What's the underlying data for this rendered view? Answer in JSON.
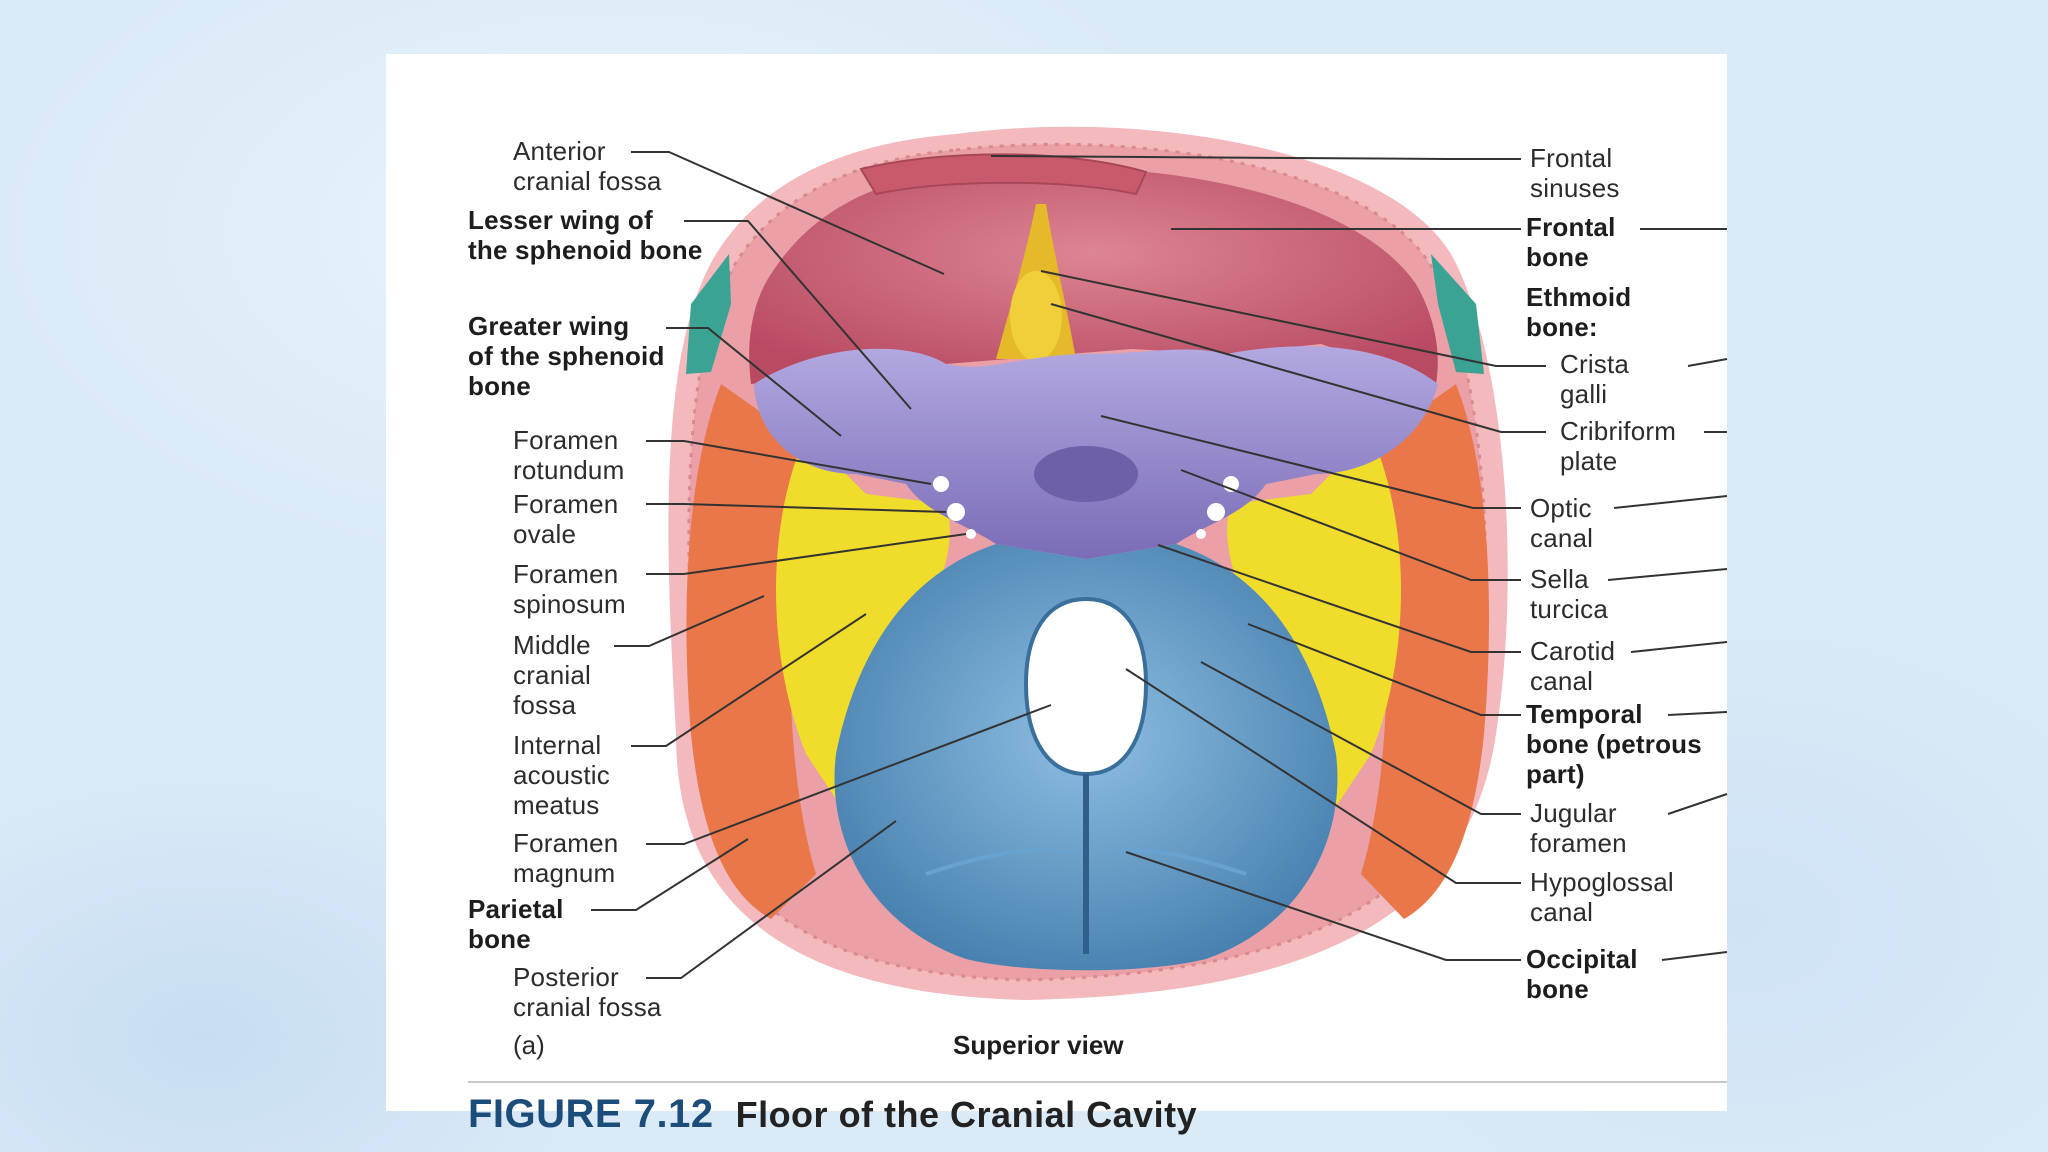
{
  "labels_left": {
    "anterior_cranial_fossa": "Anterior\ncranial fossa",
    "lesser_wing": "Lesser wing of\nthe sphenoid bone",
    "greater_wing": "Greater wing\nof the sphenoid\nbone",
    "foramen_rotundum": "Foramen\nrotundum",
    "foramen_ovale": "Foramen\novale",
    "foramen_spinosum": "Foramen\nspinosum",
    "middle_cranial_fossa": "Middle\ncranial\nfossa",
    "internal_acoustic_meatus": "Internal\nacoustic\nmeatus",
    "foramen_magnum": "Foramen\nmagnum",
    "parietal_bone": "Parietal\nbone",
    "posterior_cranial_fossa": "Posterior\ncranial fossa"
  },
  "labels_right": {
    "frontal_sinuses": "Frontal\nsinuses",
    "frontal_bone": "Frontal\nbone",
    "ethmoid_bone": "Ethmoid\nbone:",
    "crista_galli": "Crista\ngalli",
    "cribriform_plate": "Cribriform\nplate",
    "optic_canal": "Optic\ncanal",
    "sella_turcica": "Sella\nturcica",
    "carotid_canal": "Carotid\ncanal",
    "temporal_bone": "Temporal\nbone (petrous\npart)",
    "jugular_foramen": "Jugular\nforamen",
    "hypoglossal_canal": "Hypoglossal\ncanal",
    "occipital_bone": "Occipital\nbone"
  },
  "caption": {
    "part": "(a)",
    "view": "Superior view",
    "figure_number": "FIGURE 7.12",
    "figure_title": "Floor of the Cranial Cavity"
  },
  "colors": {
    "frontal": "#c95a6e",
    "sphenoid": "#8e7fc6",
    "temporal": "#f0dc2a",
    "occipital": "#4f86b4",
    "parietal": "#e9774a",
    "skull_rim": "#f2b0b5"
  }
}
